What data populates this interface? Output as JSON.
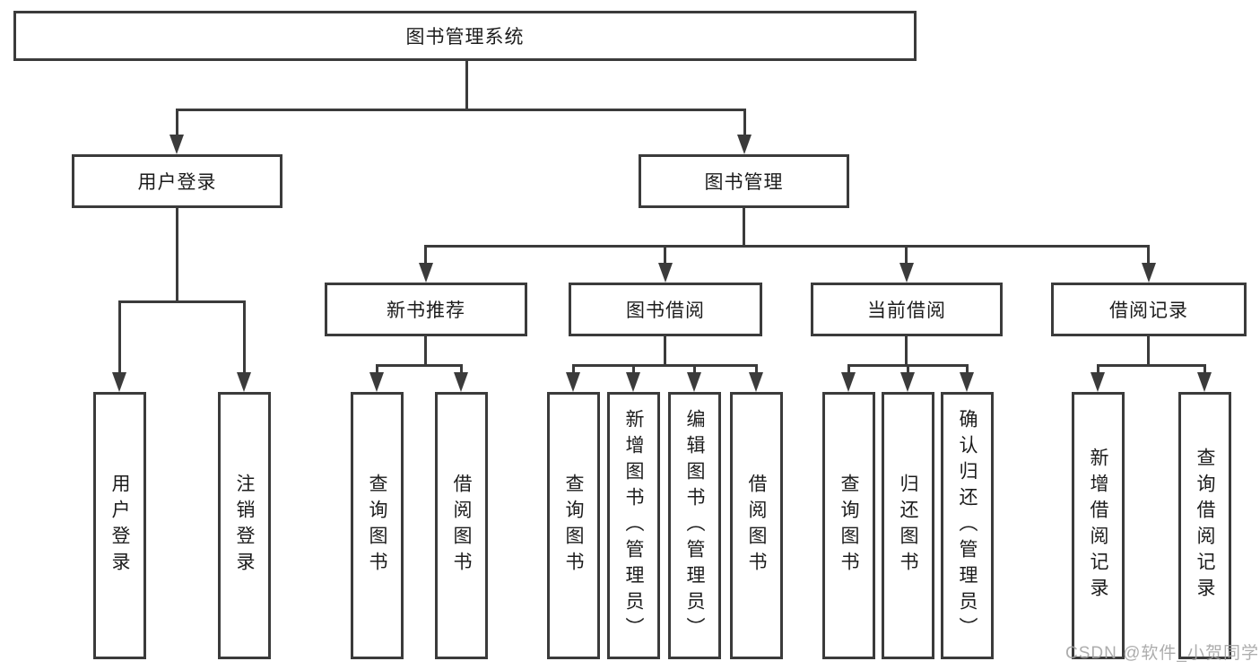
{
  "diagram": {
    "title": "图书管理系统",
    "colors": {
      "line": "#3b3b3b",
      "text": "#1c1c1c",
      "background": "#ffffff",
      "watermark": "#a4a4a4"
    },
    "watermark": {
      "text": "CSDN @软件_小贺同学"
    },
    "tree": {
      "label": "图书管理系统",
      "children": [
        {
          "label": "用户登录",
          "children": [
            {
              "label": "用户登录"
            },
            {
              "label": "注销登录"
            }
          ]
        },
        {
          "label": "图书管理",
          "children": [
            {
              "label": "新书推荐",
              "children": [
                {
                  "label": "查询图书"
                },
                {
                  "label": "借阅图书"
                }
              ]
            },
            {
              "label": "图书借阅",
              "children": [
                {
                  "label": "查询图书"
                },
                {
                  "label": "新增图书（管理员）"
                },
                {
                  "label": "编辑图书（管理员）"
                },
                {
                  "label": "借阅图书"
                }
              ]
            },
            {
              "label": "当前借阅",
              "children": [
                {
                  "label": "查询图书"
                },
                {
                  "label": "归还图书"
                },
                {
                  "label": "确认归还（管理员）"
                }
              ]
            },
            {
              "label": "借阅记录",
              "children": [
                {
                  "label": "新增借阅记录"
                },
                {
                  "label": "查询借阅记录"
                }
              ]
            }
          ]
        }
      ]
    }
  }
}
